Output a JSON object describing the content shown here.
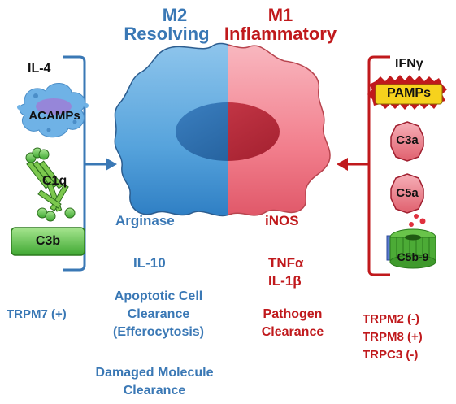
{
  "m2": {
    "title": "M2",
    "subtitle": "Resolving"
  },
  "m1": {
    "title": "M1",
    "subtitle": "Inflammatory"
  },
  "left_stimuli": {
    "il4": "IL-4",
    "acamps": "ACAMPs",
    "c1q": "C1q",
    "c3b": "C3b"
  },
  "right_stimuli": {
    "ifng": "IFNγ",
    "pamps": "PAMPs",
    "c3a": "C3a",
    "c5a": "C5a",
    "c5b9": "C5b-9"
  },
  "m2_outputs": {
    "arginase": "Arginase",
    "il10": "IL-10",
    "apoptotic_1": "Apoptotic Cell",
    "apoptotic_2": "Clearance",
    "apoptotic_3": "(Efferocytosis)",
    "damaged_1": "Damaged Molecule",
    "damaged_2": "Clearance"
  },
  "m1_outputs": {
    "inos": "iNOS",
    "tnfa": "TNFα",
    "il1b": "IL-1β",
    "pathogen_1": "Pathogen",
    "pathogen_2": "Clearance"
  },
  "trpm7": "TRPM7 (+)",
  "trp_right": {
    "trpm2": "TRPM2 (-)",
    "trpm8": "TRPM8 (+)",
    "trpc3": "TRPC3 (-)"
  },
  "colors": {
    "m2_blue": "#3a78b5",
    "m1_red": "#c0191c",
    "c3b_green": "#5cc24d",
    "pamps_yellow": "#f6d21d"
  }
}
